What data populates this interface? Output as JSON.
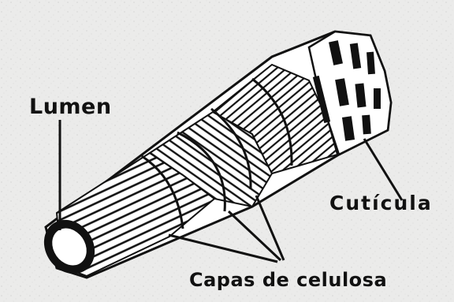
{
  "figure": {
    "labels": {
      "lumen": "Lumen",
      "cuticula": "Cutícula",
      "capas": "Capas de celulosa"
    },
    "colors": {
      "background": "#ebebea",
      "ink": "#111111",
      "paper": "#ffffff"
    }
  }
}
